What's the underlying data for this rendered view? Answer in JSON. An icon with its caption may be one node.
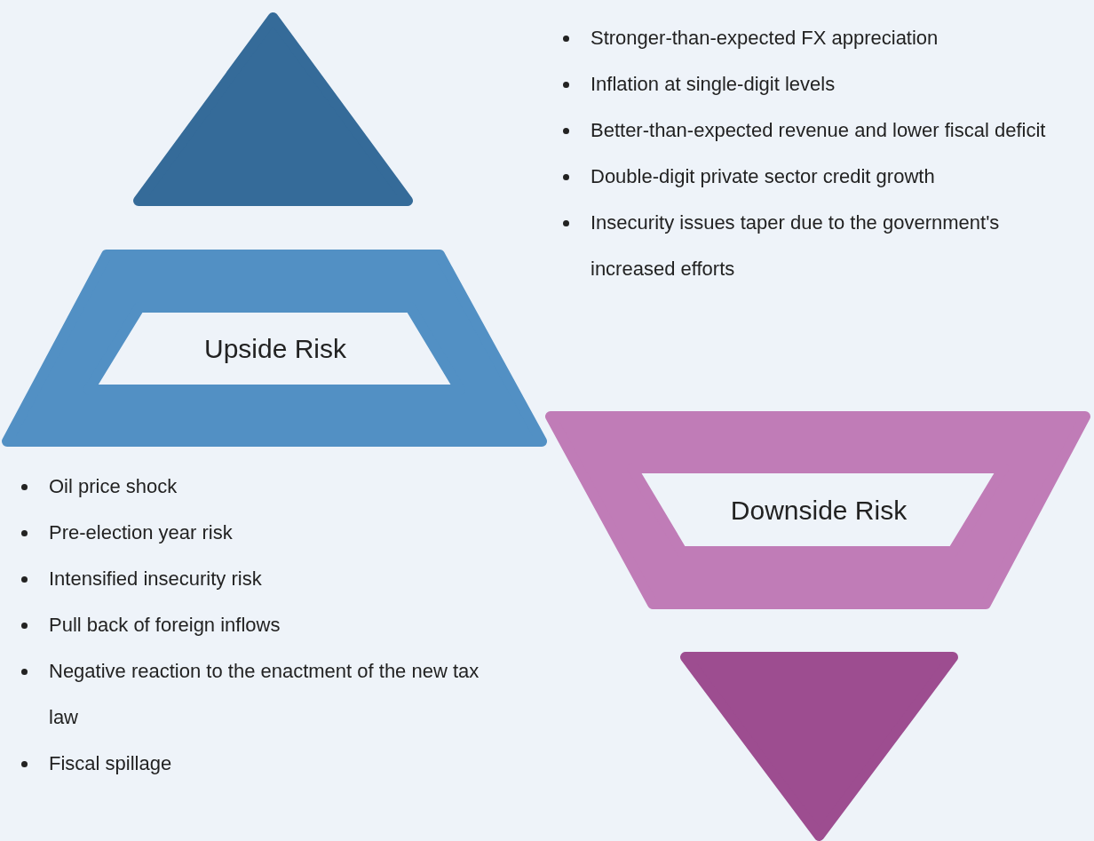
{
  "diagram": {
    "nodes": [
      {
        "text": [],
        "shape": "triangle"
      },
      {
        "text": [
          "Upside Risk"
        ]
      },
      {
        "text": [
          "Downside Risk"
        ]
      },
      {
        "text": [],
        "shape": "triangle"
      }
    ],
    "labels": [
      "Stronger-than-expected FX appreciation",
      "Inflation at single-digit levels",
      "Better-than-expected revenue and lower fiscal deficit",
      "Double-digit private sector credit growth",
      "Insecurity issues taper due to the government's increased efforts",
      "Oil price shock",
      "Pre-election year risk",
      "Intensified insecurity risk",
      "Pull back of foreign inflows",
      "Negative reaction to the enactment of the new tax law",
      "Fiscal spillage"
    ]
  }
}
